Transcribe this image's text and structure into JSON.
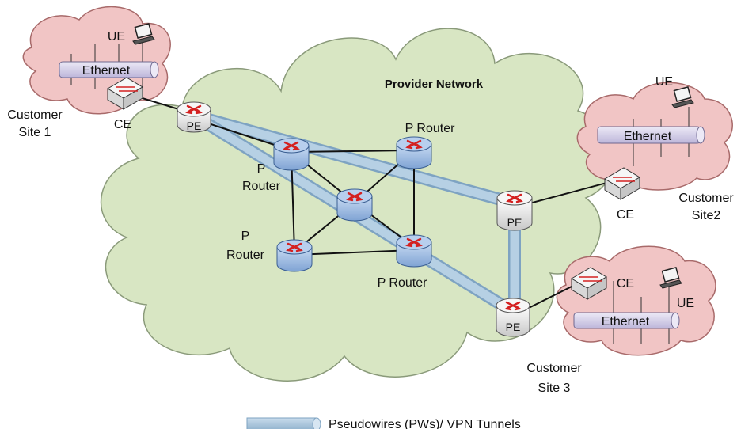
{
  "provider_network": {
    "label": "Provider Network"
  },
  "customer_sites": [
    {
      "id": "site1",
      "site_label": [
        "Customer",
        "Site 1"
      ],
      "ethernet_label": "Ethernet",
      "ue_label": "UE",
      "ce_label": "CE"
    },
    {
      "id": "site2",
      "site_label": [
        "Customer",
        "Site2"
      ],
      "ethernet_label": "Ethernet",
      "ue_label": "UE",
      "ce_label": "CE"
    },
    {
      "id": "site3",
      "site_label": [
        "Customer",
        "Site 3"
      ],
      "ethernet_label": "Ethernet",
      "ue_label": "UE",
      "ce_label": "CE"
    }
  ],
  "pe_routers": [
    {
      "id": "pe1",
      "label": "PE"
    },
    {
      "id": "pe2",
      "label": "PE"
    },
    {
      "id": "pe3",
      "label": "PE"
    }
  ],
  "p_routers": [
    {
      "id": "p-left-top",
      "label": [
        "P",
        "Router"
      ]
    },
    {
      "id": "p-right-top",
      "label": [
        "P Router"
      ]
    },
    {
      "id": "p-center",
      "label": []
    },
    {
      "id": "p-left-bottom",
      "label": [
        "P",
        "Router"
      ]
    },
    {
      "id": "p-right-bottom",
      "label": [
        "P Router"
      ]
    }
  ],
  "legend": {
    "label": "Pseudowires (PWs)/ VPN Tunnels"
  },
  "colors": {
    "provider_cloud_fill": "#d8e6c3",
    "provider_cloud_stroke": "#8a9a7a",
    "customer_cloud_fill": "#f1c5c5",
    "customer_cloud_stroke": "#a86a6a",
    "tunnel": "#a9c6dc",
    "p_router_fill": "#a3bfe4",
    "pe_router_fill": "#ececec",
    "router_arrow": "#d42020",
    "ethernet_fill": "#d9d5ea"
  }
}
